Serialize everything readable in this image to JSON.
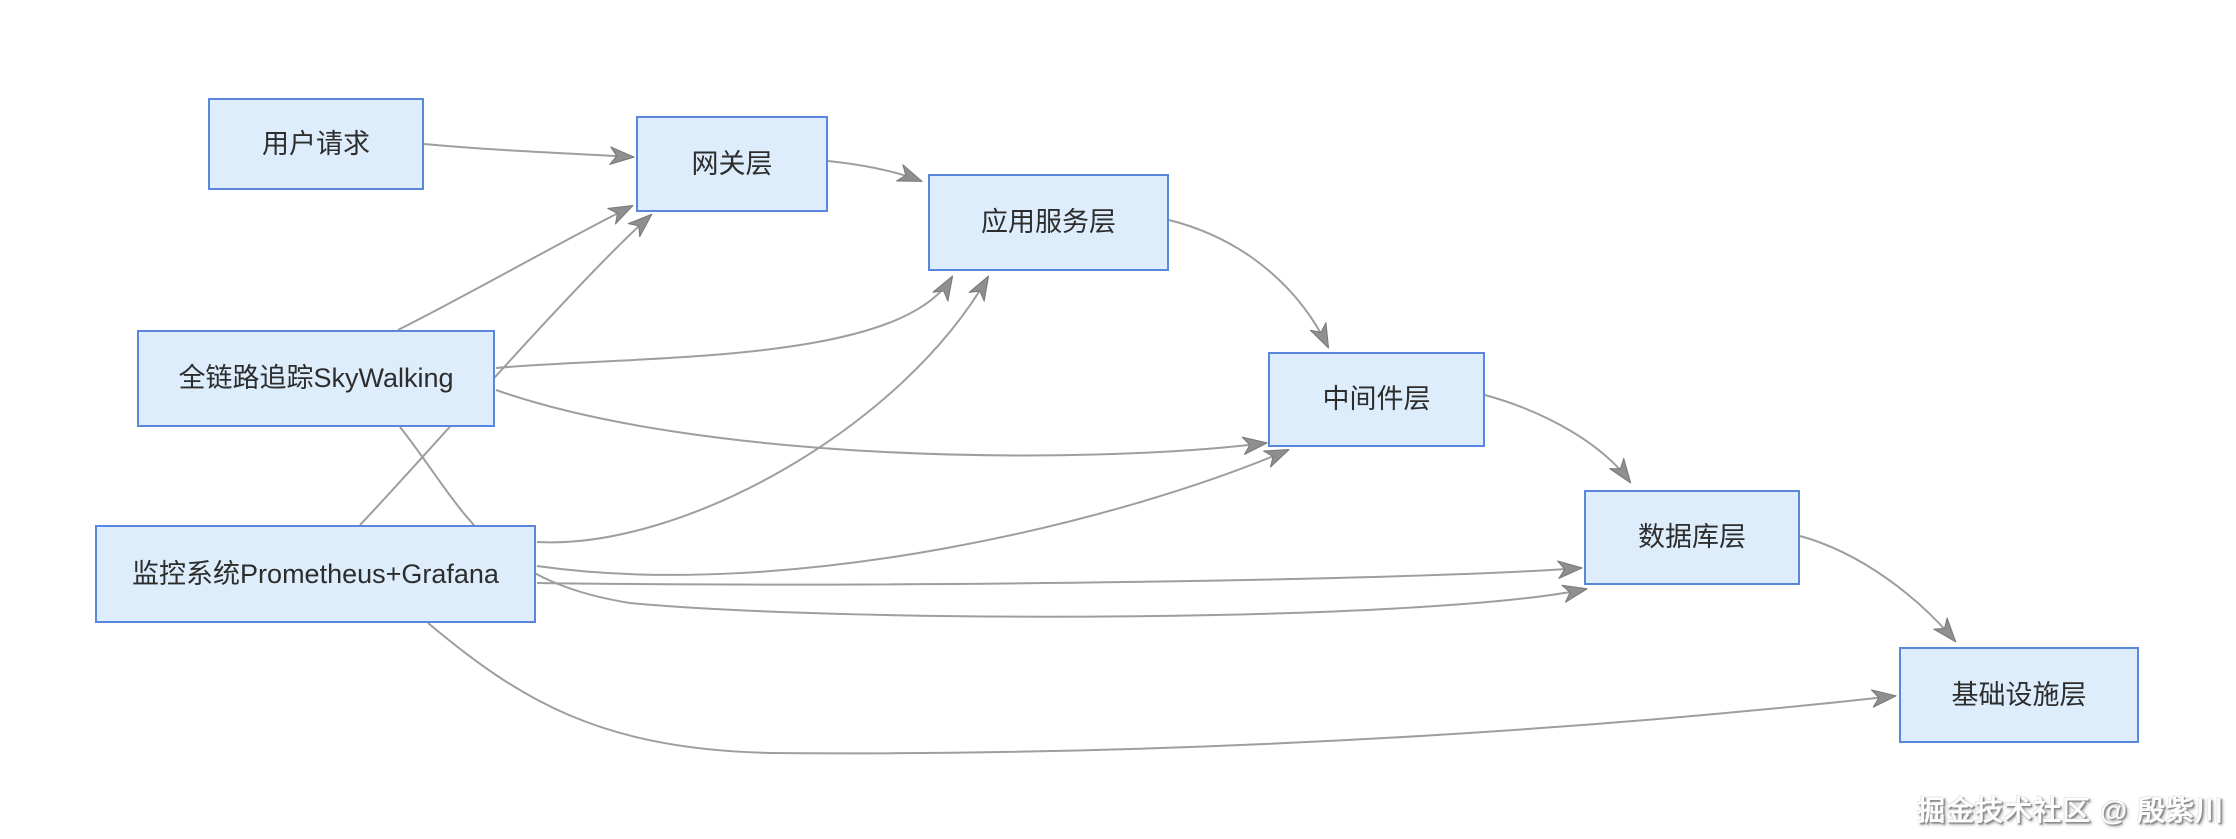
{
  "diagram": {
    "nodes": [
      {
        "id": "user",
        "label": "用户请求"
      },
      {
        "id": "gateway",
        "label": "网关层"
      },
      {
        "id": "app",
        "label": "应用服务层"
      },
      {
        "id": "middleware",
        "label": "中间件层"
      },
      {
        "id": "db",
        "label": "数据库层"
      },
      {
        "id": "infra",
        "label": "基础设施层"
      },
      {
        "id": "sky",
        "label": "全链路追踪SkyWalking"
      },
      {
        "id": "monitor",
        "label": "监控系统Prometheus+Grafana"
      }
    ],
    "edges": [
      {
        "from": "user",
        "to": "gateway"
      },
      {
        "from": "gateway",
        "to": "app"
      },
      {
        "from": "app",
        "to": "middleware"
      },
      {
        "from": "middleware",
        "to": "db"
      },
      {
        "from": "db",
        "to": "infra"
      },
      {
        "from": "sky",
        "to": "gateway"
      },
      {
        "from": "sky",
        "to": "app"
      },
      {
        "from": "sky",
        "to": "middleware"
      },
      {
        "from": "sky",
        "to": "db"
      },
      {
        "from": "monitor",
        "to": "gateway"
      },
      {
        "from": "monitor",
        "to": "app"
      },
      {
        "from": "monitor",
        "to": "middleware"
      },
      {
        "from": "monitor",
        "to": "db"
      },
      {
        "from": "monitor",
        "to": "infra"
      }
    ],
    "colors": {
      "node_fill": "#ddedfb",
      "node_border": "#5a87dd",
      "node_text": "#2d2d2d",
      "edge_line": "#9e9e9e",
      "arrowhead": "#8f8f8f"
    }
  },
  "watermark": {
    "text": "掘金技术社区 @ 殷紫川"
  }
}
